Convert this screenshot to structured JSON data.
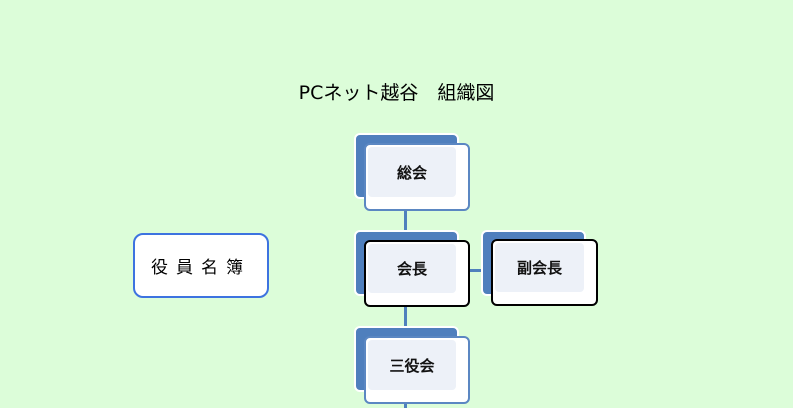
{
  "title": "PCネット越谷　組織図",
  "colors": {
    "background": "#dcfdd9",
    "node_back": "#4f7fbd",
    "node_fill": "#edf1f8",
    "connector": "#4f81bd",
    "roster_border": "#3d73e0"
  },
  "roster_button": {
    "label": "役員名簿"
  },
  "nodes": [
    {
      "id": "general-assembly",
      "label": "総会",
      "selected": false
    },
    {
      "id": "chairman",
      "label": "会長",
      "selected": true
    },
    {
      "id": "vice-chairman",
      "label": "副会長",
      "selected": true
    },
    {
      "id": "three-officers",
      "label": "三役会",
      "selected": false
    }
  ]
}
